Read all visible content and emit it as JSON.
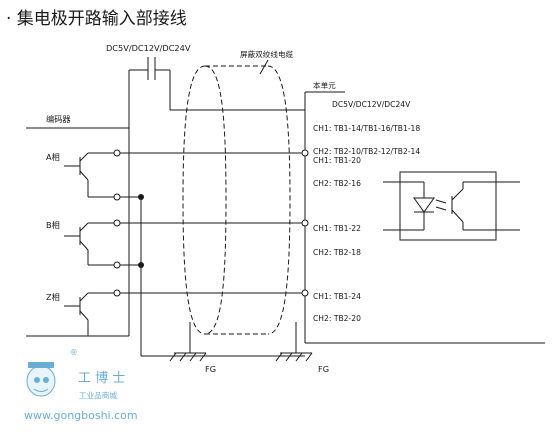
{
  "title": "· 集电极开路输入部接线",
  "supply_label": "DC5V/DC12V/DC24V",
  "cable_label": "屏蔽双绞线电缆",
  "encoder_label": "编码器",
  "unit_label": "本单元",
  "unit_supply_label": "DC5V/DC12V/DC24V",
  "phases": [
    "A相",
    "B相",
    "Z相"
  ],
  "ground_labels": [
    "FG",
    "FG"
  ],
  "terminals": [
    "CH1: TB1-14/TB1-16/TB1-18",
    "CH2: TB2-10/TB2-12/TB2-14",
    "CH1: TB1-20",
    "CH2: TB2-16",
    "CH1: TB1-22",
    "CH2: TB2-18",
    "CH1: TB1-24",
    "CH2: TB2-20"
  ],
  "watermark": {
    "brand": "工 博 士",
    "registered": "®",
    "subtitle": "工业品商城",
    "url": "www.gongboshi.com"
  },
  "icons": [
    "transistor-icon",
    "optocoupler-icon",
    "ground-icon",
    "capacitor-icon",
    "mascot-logo-icon"
  ]
}
